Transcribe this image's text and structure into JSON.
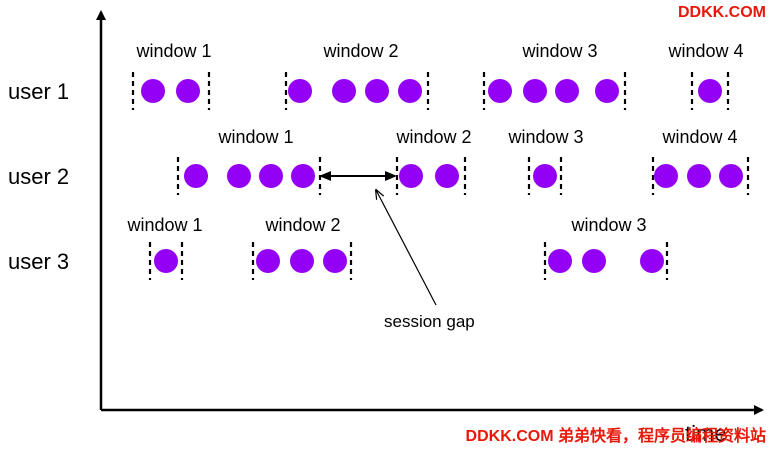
{
  "users": [
    {
      "label": "user 1",
      "windows": [
        {
          "label": "window 1",
          "events": 2
        },
        {
          "label": "window 2",
          "events": 4
        },
        {
          "label": "window 3",
          "events": 4
        },
        {
          "label": "window 4",
          "events": 1
        }
      ]
    },
    {
      "label": "user 2",
      "windows": [
        {
          "label": "window 1",
          "events": 4
        },
        {
          "label": "window 2",
          "events": 2
        },
        {
          "label": "window 3",
          "events": 1
        },
        {
          "label": "window 4",
          "events": 3
        }
      ]
    },
    {
      "label": "user 3",
      "windows": [
        {
          "label": "window 1",
          "events": 1
        },
        {
          "label": "window 2",
          "events": 3
        },
        {
          "label": "window 3",
          "events": 3
        }
      ]
    }
  ],
  "annotation": {
    "label": "session gap"
  },
  "axis": {
    "x_label": "time"
  },
  "watermark": {
    "top": "DDKK.COM",
    "bottom": "DDKK.COM 弟弟快看，程序员编程资料站"
  },
  "colors": {
    "event": "#9400f5",
    "watermark": "#e8190a"
  }
}
